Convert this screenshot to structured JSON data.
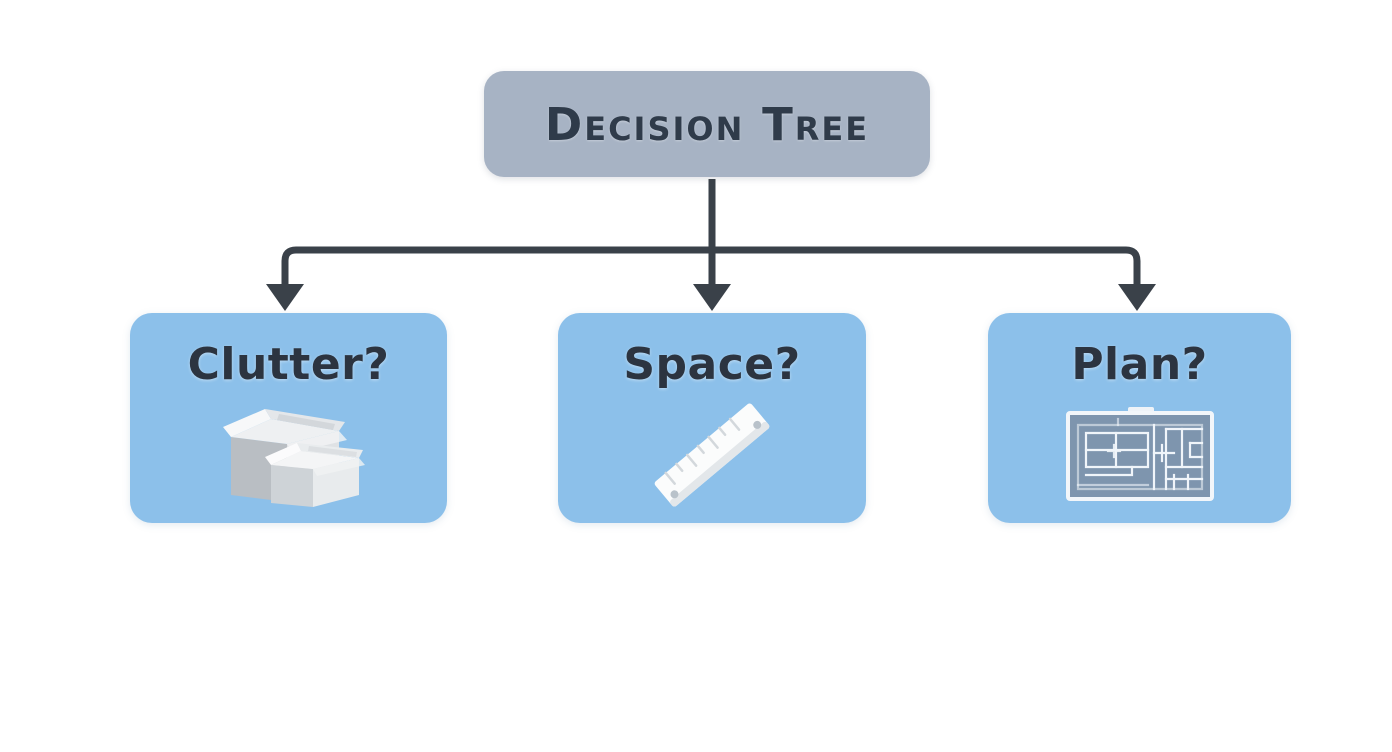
{
  "diagram": {
    "type": "decision-tree",
    "background_color": "#ffffff",
    "root": {
      "label": "Decision Tree",
      "fill_color": "#a7b3c4",
      "text_color": "#2f3b4a"
    },
    "connector": {
      "color": "#3a4149",
      "style": "orthogonal-bus-with-arrowheads",
      "branch_count": 3
    },
    "children": [
      {
        "label": "Clutter?",
        "icon": "cardboard-boxes-icon",
        "fill_color": "#8cc0ea",
        "text_color": "#2c3440"
      },
      {
        "label": "Space?",
        "icon": "ruler-icon",
        "fill_color": "#8cc0ea",
        "text_color": "#2c3440"
      },
      {
        "label": "Plan?",
        "icon": "blueprint-floorplan-icon",
        "fill_color": "#8cc0ea",
        "text_color": "#2c3440"
      }
    ]
  }
}
